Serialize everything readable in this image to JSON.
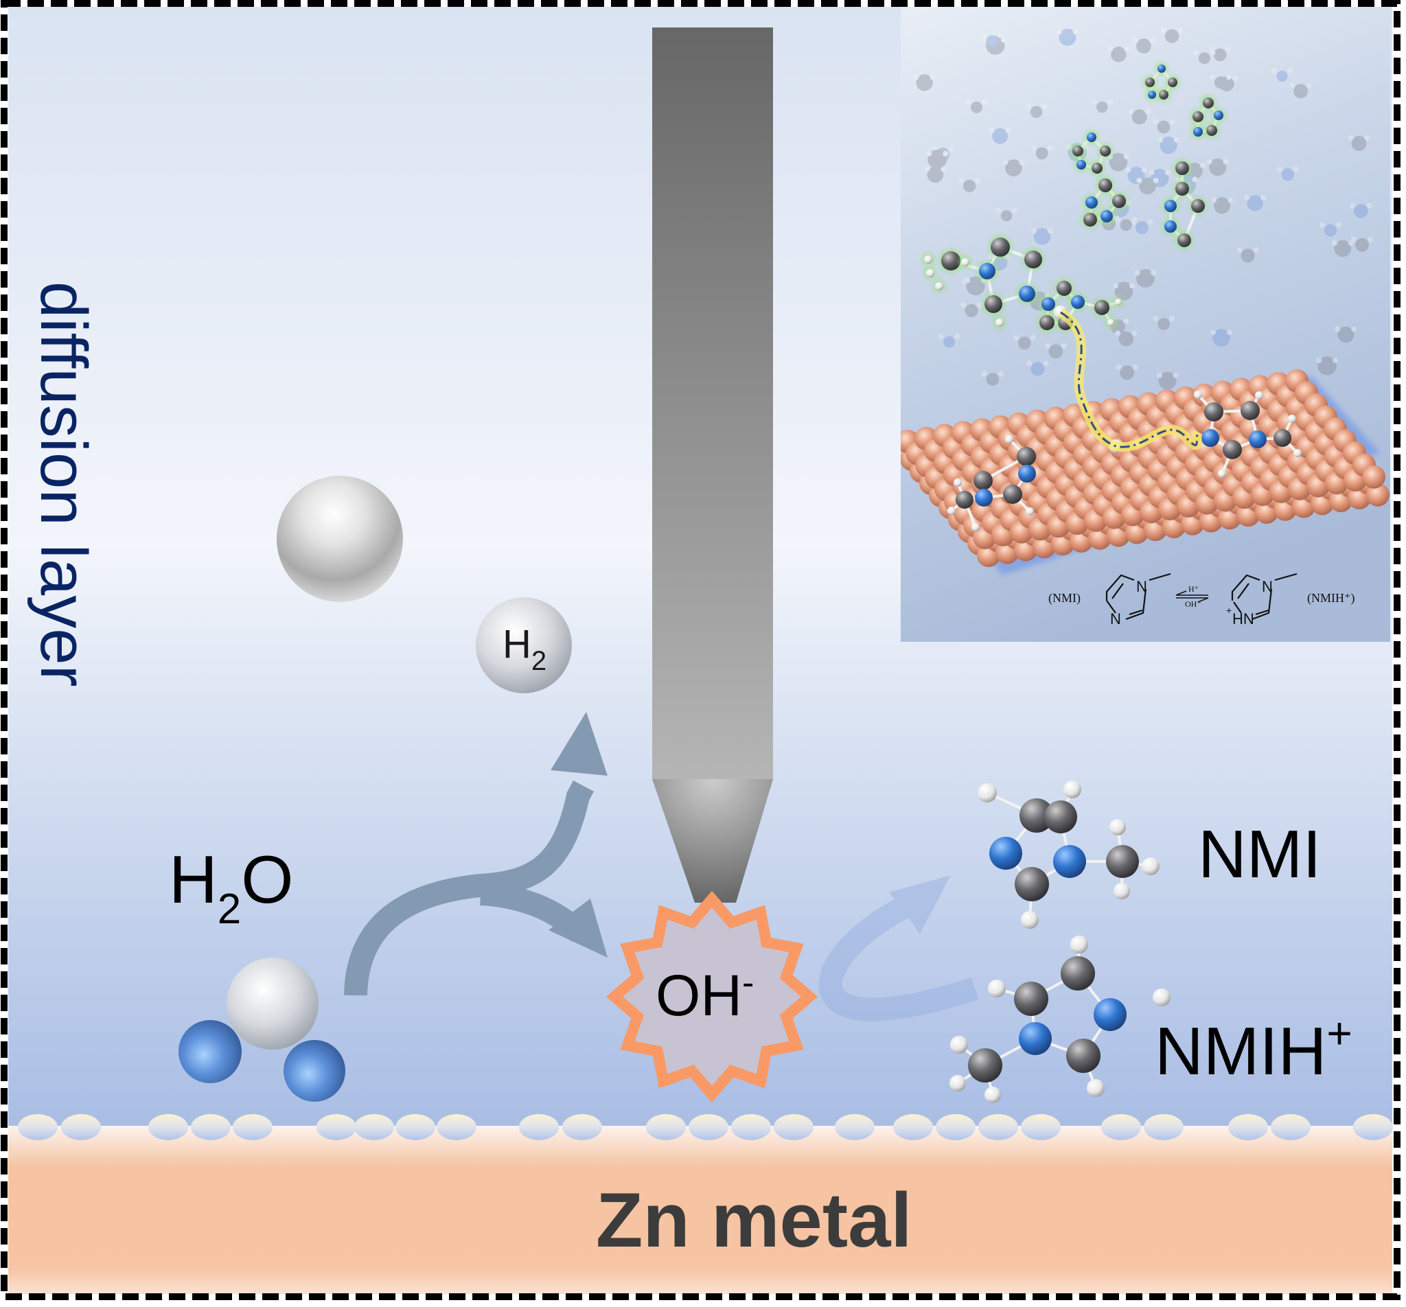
{
  "figure": {
    "side_label": "diffusion layer",
    "substrate_label": "Zn metal",
    "water_label": {
      "main": "H",
      "sub": "2",
      "tail": "O"
    },
    "hydrogen_label": {
      "main": "H",
      "sub": "2"
    },
    "hydroxide_label": {
      "main": "OH",
      "sup": "-"
    },
    "nmi_label": "NMI",
    "nmih_label": {
      "main": "NMIH",
      "sup": "+"
    }
  },
  "inset": {
    "equation": {
      "left_name": "(NMI)",
      "right_name": "(NMIH⁺)",
      "arrow_top": "H⁺",
      "arrow_bottom": "OH⁻",
      "left_atom_n1": "N",
      "left_atom_n3": "N",
      "right_atom_n1": "N",
      "right_atom_n3": "HN",
      "right_charge": "+"
    }
  },
  "colors": {
    "side_label": "#0a2463",
    "arrow": "#8499b2",
    "star_outline": "#f99a66",
    "star_fill": "#c7c3d3",
    "zn": "#f6c3a0",
    "nitrogen": "#3a78c8",
    "carbon": "#606064",
    "copper": "#e59a78"
  }
}
